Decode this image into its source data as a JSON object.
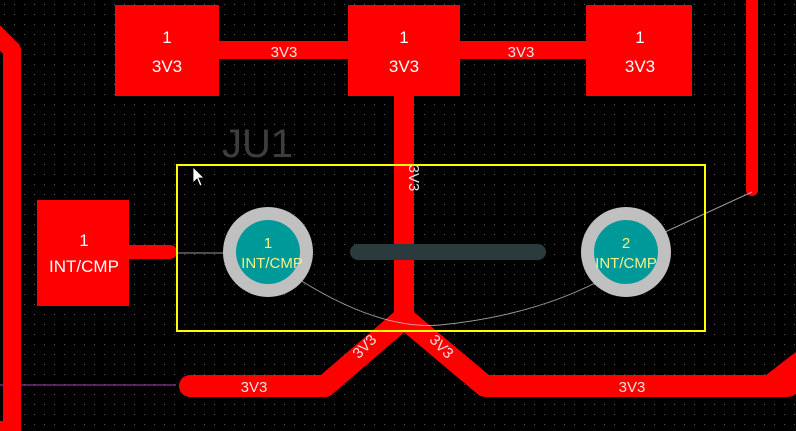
{
  "component": {
    "designator": "JU1"
  },
  "pads": [
    {
      "id": "pad-top-left",
      "number": "1",
      "net": "3V3"
    },
    {
      "id": "pad-top-center",
      "number": "1",
      "net": "3V3"
    },
    {
      "id": "pad-top-right",
      "number": "1",
      "net": "3V3"
    },
    {
      "id": "pad-left",
      "number": "1",
      "net": "INT/CMP"
    }
  ],
  "vias": [
    {
      "id": "via-1",
      "number": "1",
      "net": "INT/CMP"
    },
    {
      "id": "via-2",
      "number": "2",
      "net": "INT/CMP"
    }
  ],
  "trace_labels": {
    "top_left": "3V3",
    "top_right": "3V3",
    "vertical": "3V3",
    "diag_left": "3V3",
    "diag_right": "3V3",
    "bottom_left": "3V3",
    "bottom_right": "3V3"
  },
  "colors": {
    "background": "#000000",
    "copper": "#ff0000",
    "selection": "#ffff00",
    "via_ring": "#c0c0c0",
    "via_hole": "#009999",
    "silkscreen": "#3d3d3d",
    "ratsnest": "#cccccc",
    "grid_dot": "#5a5a5a"
  },
  "icons": {
    "cursor": "arrow-cursor-icon"
  }
}
